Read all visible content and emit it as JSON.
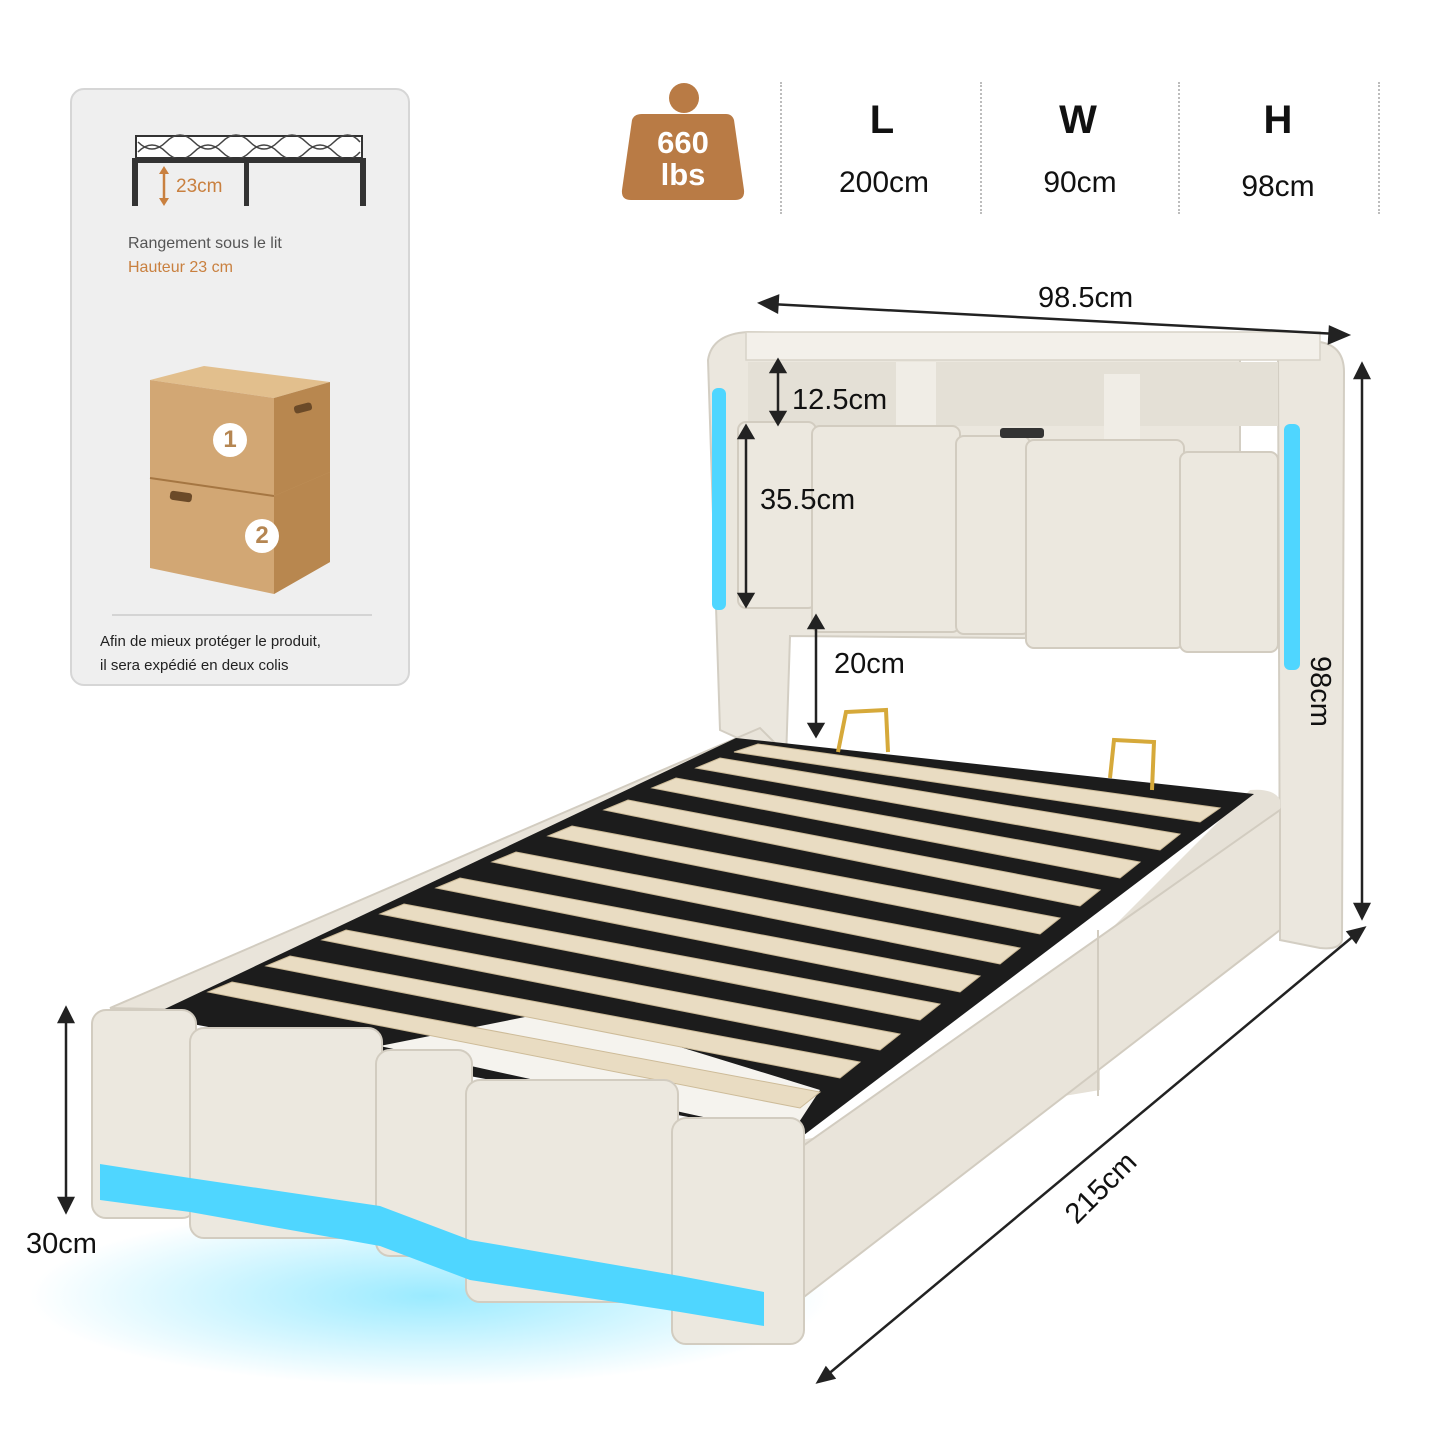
{
  "storage_panel": {
    "clearance_label": "23cm",
    "storage_title": "Rangement sous le lit",
    "storage_height": "Hauteur 23 cm",
    "box_numbers": [
      "1",
      "2"
    ],
    "shipping_line1": "Afin de mieux protéger le produit,",
    "shipping_line2": "il sera expédié en deux colis"
  },
  "specs": {
    "weight_value": "660",
    "weight_unit": "lbs",
    "length_letter": "L",
    "length_value": "200cm",
    "width_letter": "W",
    "width_value": "90cm",
    "height_letter": "H",
    "height_value": "98cm"
  },
  "dimensions": {
    "headboard_width": "98.5cm",
    "shelf_height": "12.5cm",
    "headboard_panel_height": "35.5cm",
    "headboard_clearance": "20cm",
    "total_height": "98cm",
    "frame_height": "30cm",
    "total_length": "215cm"
  },
  "colors": {
    "accent_orange": "#c9803f",
    "led_blue": "#4fd6ff",
    "fabric_beige": "#ece8df",
    "slat_wood": "#e9dcc2",
    "frame_black": "#1c1c1c",
    "cardboard": "#d2a774"
  }
}
